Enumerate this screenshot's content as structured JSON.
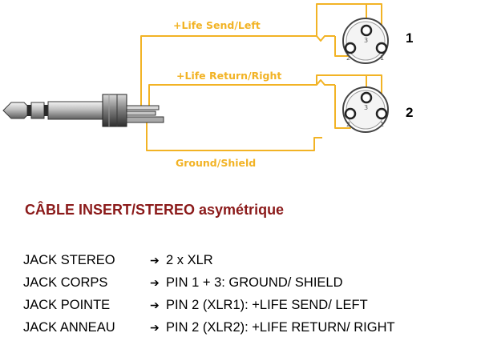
{
  "diagram": {
    "wires": {
      "send": "+Life Send/Left",
      "return": "+Life Return/Right",
      "ground": "Ground/Shield"
    },
    "xlr1": {
      "number": "1",
      "pins": [
        "1",
        "2",
        "3"
      ]
    },
    "xlr2": {
      "number": "2",
      "pins": [
        "1",
        "2",
        "3"
      ]
    },
    "colors": {
      "wire": "#f2b325",
      "title": "#8b1a1a"
    }
  },
  "title": "CÂBLE INSERT/STEREO asymétrique",
  "mapping": [
    {
      "left": "JACK STEREO",
      "arrow": "➔",
      "right": "2 x XLR"
    },
    {
      "left": "JACK CORPS",
      "arrow": "➔",
      "right": "PIN 1 + 3: GROUND/ SHIELD"
    },
    {
      "left": "JACK POINTE",
      "arrow": "➔",
      "right": "PIN 2 (XLR1): +LIFE SEND/ LEFT"
    },
    {
      "left": "JACK ANNEAU",
      "arrow": "➔",
      "right": "PIN 2 (XLR2): +LIFE RETURN/ RIGHT"
    }
  ]
}
